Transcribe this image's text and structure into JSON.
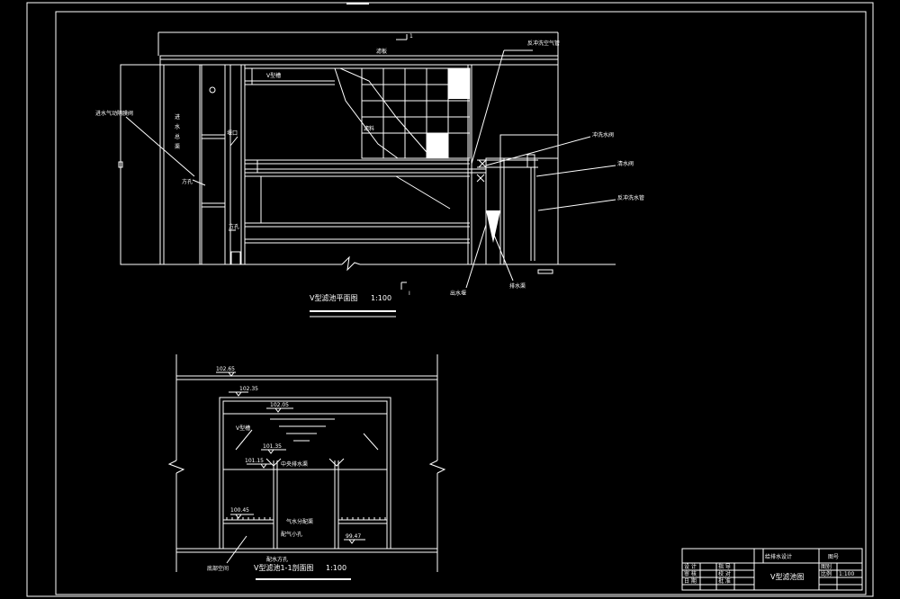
{
  "plan": {
    "section_mark": "1",
    "top_label": "滤板",
    "v_groove": "V型槽",
    "filter_media": "滤料",
    "inlet_air_gate": "进水气动隔膜阀",
    "inlet_channel_l1": "进",
    "inlet_channel_l2": "水",
    "inlet_channel_l3": "总",
    "inlet_channel_l4": "渠",
    "square_hole_1": "方孔",
    "square_hole_2": "方孔",
    "weir_mouth": "堰口",
    "backwash_air_pipe": "反冲洗空气管",
    "flush_valve": "冲洗水阀",
    "clear_water_valve": "清水阀",
    "backwash_water_pipe": "反冲洗水管",
    "outlet_weir": "出水堰",
    "drain_channel": "排水渠",
    "title": "V型滤池平面图",
    "scale": "1:100",
    "bottom_mark": "I"
  },
  "section": {
    "el_top": "102.65",
    "el_2": "102.35",
    "el_3": "102.05",
    "el_4": "101.35",
    "el_5": "101.15",
    "el_6": "100.45",
    "el_7": "99.47",
    "v_groove": "V型槽",
    "center_drain": "中央排水渠",
    "air_water_channel": "气水分配渠",
    "air_hole": "配气小孔",
    "water_hole": "配水方孔",
    "bottom_space": "底部空间",
    "title": "V型滤池1-1剖面图",
    "scale": "1:100"
  },
  "titleblock": {
    "school": "给排水设计",
    "drawing": "V型滤池图",
    "no_label": "图号",
    "scale_label": "比例",
    "scale_val": "1:100",
    "sheet_label": "图别",
    "c1": "设 计",
    "c2": "审 核",
    "c3": "日 期",
    "c4": "指 导",
    "c5": "校 对",
    "c6": "批 准"
  }
}
